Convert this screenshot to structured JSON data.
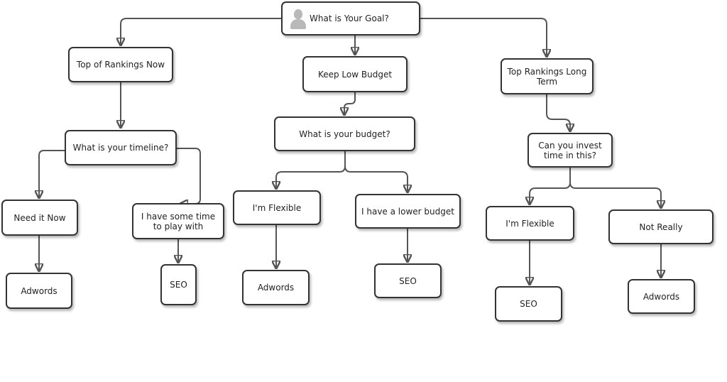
{
  "root": {
    "label": "What is Your Goal?",
    "icon": "user-avatar-icon"
  },
  "branches": {
    "rankings_now": {
      "label": "Top of Rankings Now",
      "question": "What is your timeline?",
      "opt1": "Need it Now",
      "opt1_result": "Adwords",
      "opt2": "I have some time to play with",
      "opt2_result": "SEO"
    },
    "low_budget": {
      "label": "Keep Low Budget",
      "question": "What is your budget?",
      "opt1": "I'm Flexible",
      "opt1_result": "Adwords",
      "opt2": "I have a lower budget",
      "opt2_result": "SEO"
    },
    "long_term": {
      "label": "Top Rankings Long Term",
      "question": "Can you invest time in this?",
      "opt1": "I'm Flexible",
      "opt1_result": "SEO",
      "opt2": "Not Really",
      "opt2_result": "Adwords"
    }
  },
  "colors": {
    "border": "#333333",
    "connector": "#555555",
    "icon": "#b9b9b9"
  }
}
